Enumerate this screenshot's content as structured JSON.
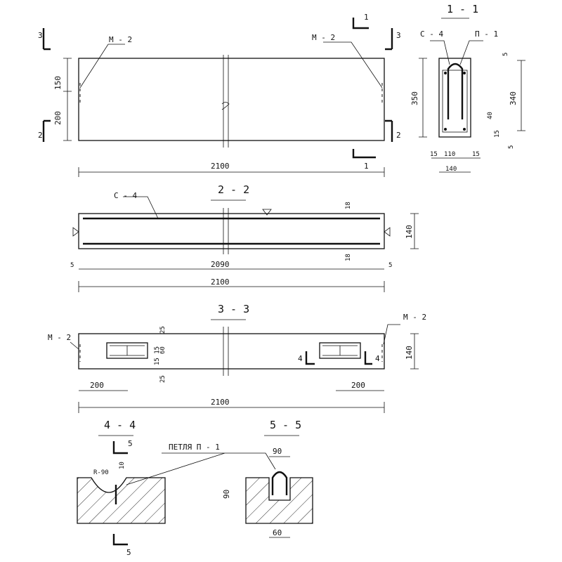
{
  "sections": {
    "s11": "1 - 1",
    "s22": "2 - 2",
    "s33": "3 - 3",
    "s44": "4 - 4",
    "s55": "5 - 5"
  },
  "cut_marks": {
    "one": "1",
    "two": "2",
    "three": "3",
    "four": "4",
    "five": "5"
  },
  "labels": {
    "m2": "M - 2",
    "c4": "C - 4",
    "p1": "П - 1",
    "loop": "ПЕТЛЯ  П - 1",
    "r90": "R-90"
  },
  "dims": {
    "d2100": "2100",
    "d2090": "2090",
    "d150": "150",
    "d200": "200",
    "d350": "350",
    "d340": "340",
    "d140": "140",
    "d110": "110",
    "d15": "15",
    "d5": "5",
    "d40": "40",
    "d18": "18",
    "d25": "25",
    "d60": "60",
    "d90": "90",
    "d10": "10",
    "d1515": "15 15"
  }
}
